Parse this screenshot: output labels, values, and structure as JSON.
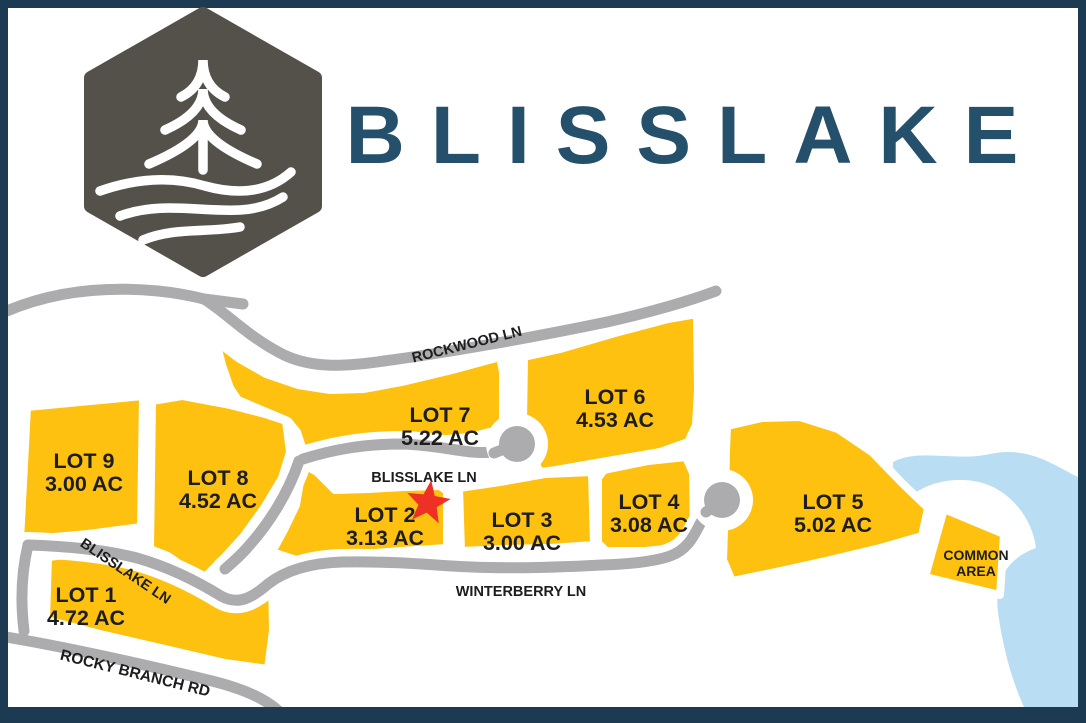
{
  "brand": {
    "name": "BLISSLAKE",
    "logo_icon": "hexagon-pine-tree-over-water-waves"
  },
  "map": {
    "lots": [
      {
        "name": "LOT 1",
        "acreage": "4.72 AC"
      },
      {
        "name": "LOT 2",
        "acreage": "3.13 AC",
        "marker": "red-star"
      },
      {
        "name": "LOT 3",
        "acreage": "3.00 AC"
      },
      {
        "name": "LOT 4",
        "acreage": "3.08 AC"
      },
      {
        "name": "LOT 5",
        "acreage": "5.02 AC"
      },
      {
        "name": "LOT 6",
        "acreage": "4.53 AC"
      },
      {
        "name": "LOT 7",
        "acreage": "5.22 AC"
      },
      {
        "name": "LOT 8",
        "acreage": "4.52 AC"
      },
      {
        "name": "LOT 9",
        "acreage": "3.00 AC"
      }
    ],
    "common_area": {
      "line1": "COMMON",
      "line2": "AREA"
    },
    "roads": {
      "rockwood": "ROCKWOOD LN",
      "blisslake_upper": "BLISSLAKE LN",
      "blisslake_lower": "BLISSLAKE LN",
      "winterberry": "WINTERBERRY LN",
      "rocky_branch": "ROCKY BRANCH RD"
    },
    "features": {
      "lake": "lake-water",
      "cul_de_sacs": 2
    },
    "colors": {
      "lot_fill": "#FEC110",
      "road": "#ACACAE",
      "lake": "#B9DDF2",
      "marker_red": "#EE3124",
      "border_navy": "#1C3A52",
      "title_navy": "#24506B",
      "logo_taupe": "#54514B",
      "label_text": "#1d1d1d"
    }
  }
}
